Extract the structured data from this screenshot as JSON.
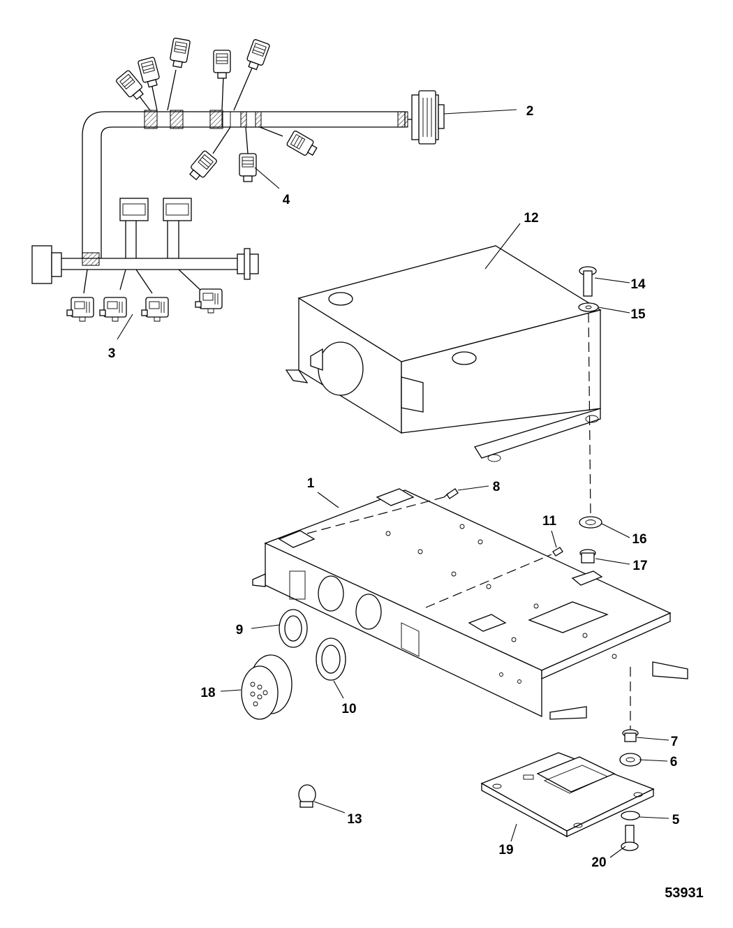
{
  "callouts": [
    "1",
    "2",
    "3",
    "4",
    "5",
    "6",
    "7",
    "8",
    "9",
    "10",
    "11",
    "12",
    "13",
    "14",
    "15",
    "16",
    "17",
    "18",
    "19",
    "20"
  ],
  "figure_id": "53931"
}
